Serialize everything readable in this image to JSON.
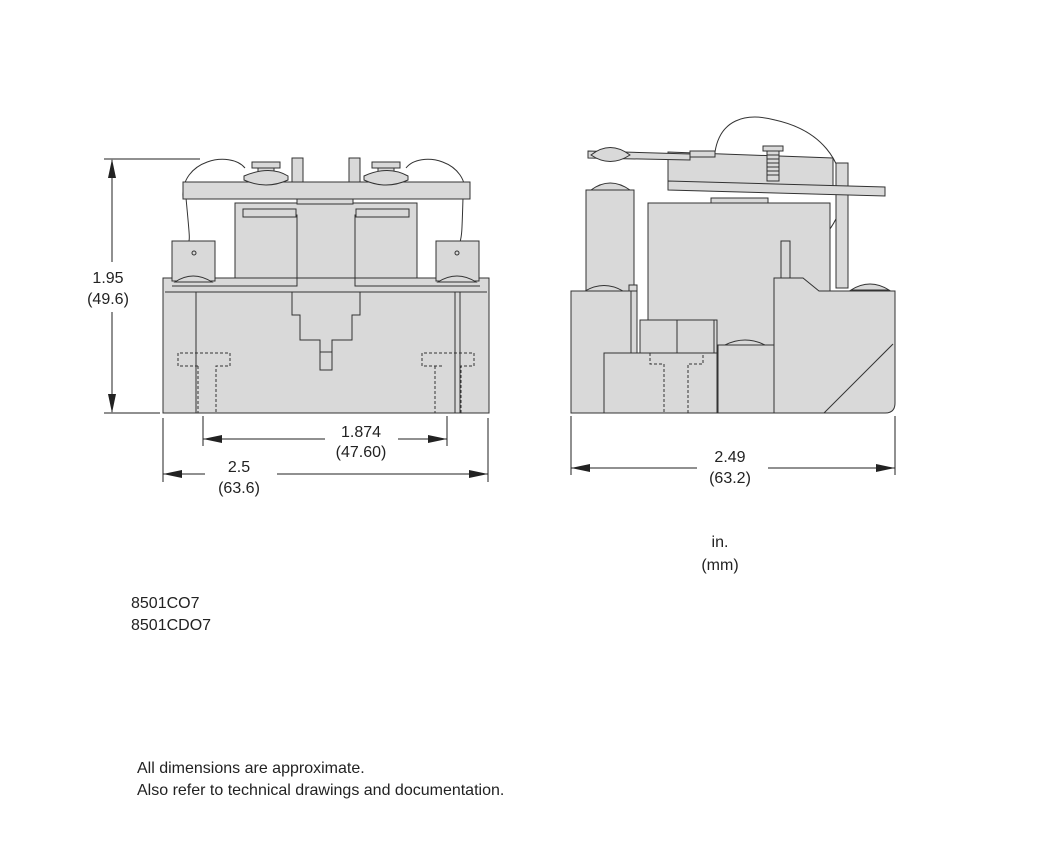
{
  "front_view": {
    "height_in": "1.95",
    "height_mm": "(49.6)",
    "mount_spacing_in": "1.874",
    "mount_spacing_mm": "(47.60)",
    "width_in": "2.5",
    "width_mm": "(63.6)"
  },
  "side_view": {
    "depth_in": "2.49",
    "depth_mm": "(63.2)"
  },
  "units": {
    "primary": "in.",
    "secondary": "(mm)"
  },
  "models": [
    "8501CO7",
    "8501CDO7"
  ],
  "notes": [
    "All dimensions are approximate.",
    "Also refer to technical drawings and documentation."
  ],
  "colors": {
    "body_fill": "#d9d9d9",
    "line": "#333333"
  }
}
